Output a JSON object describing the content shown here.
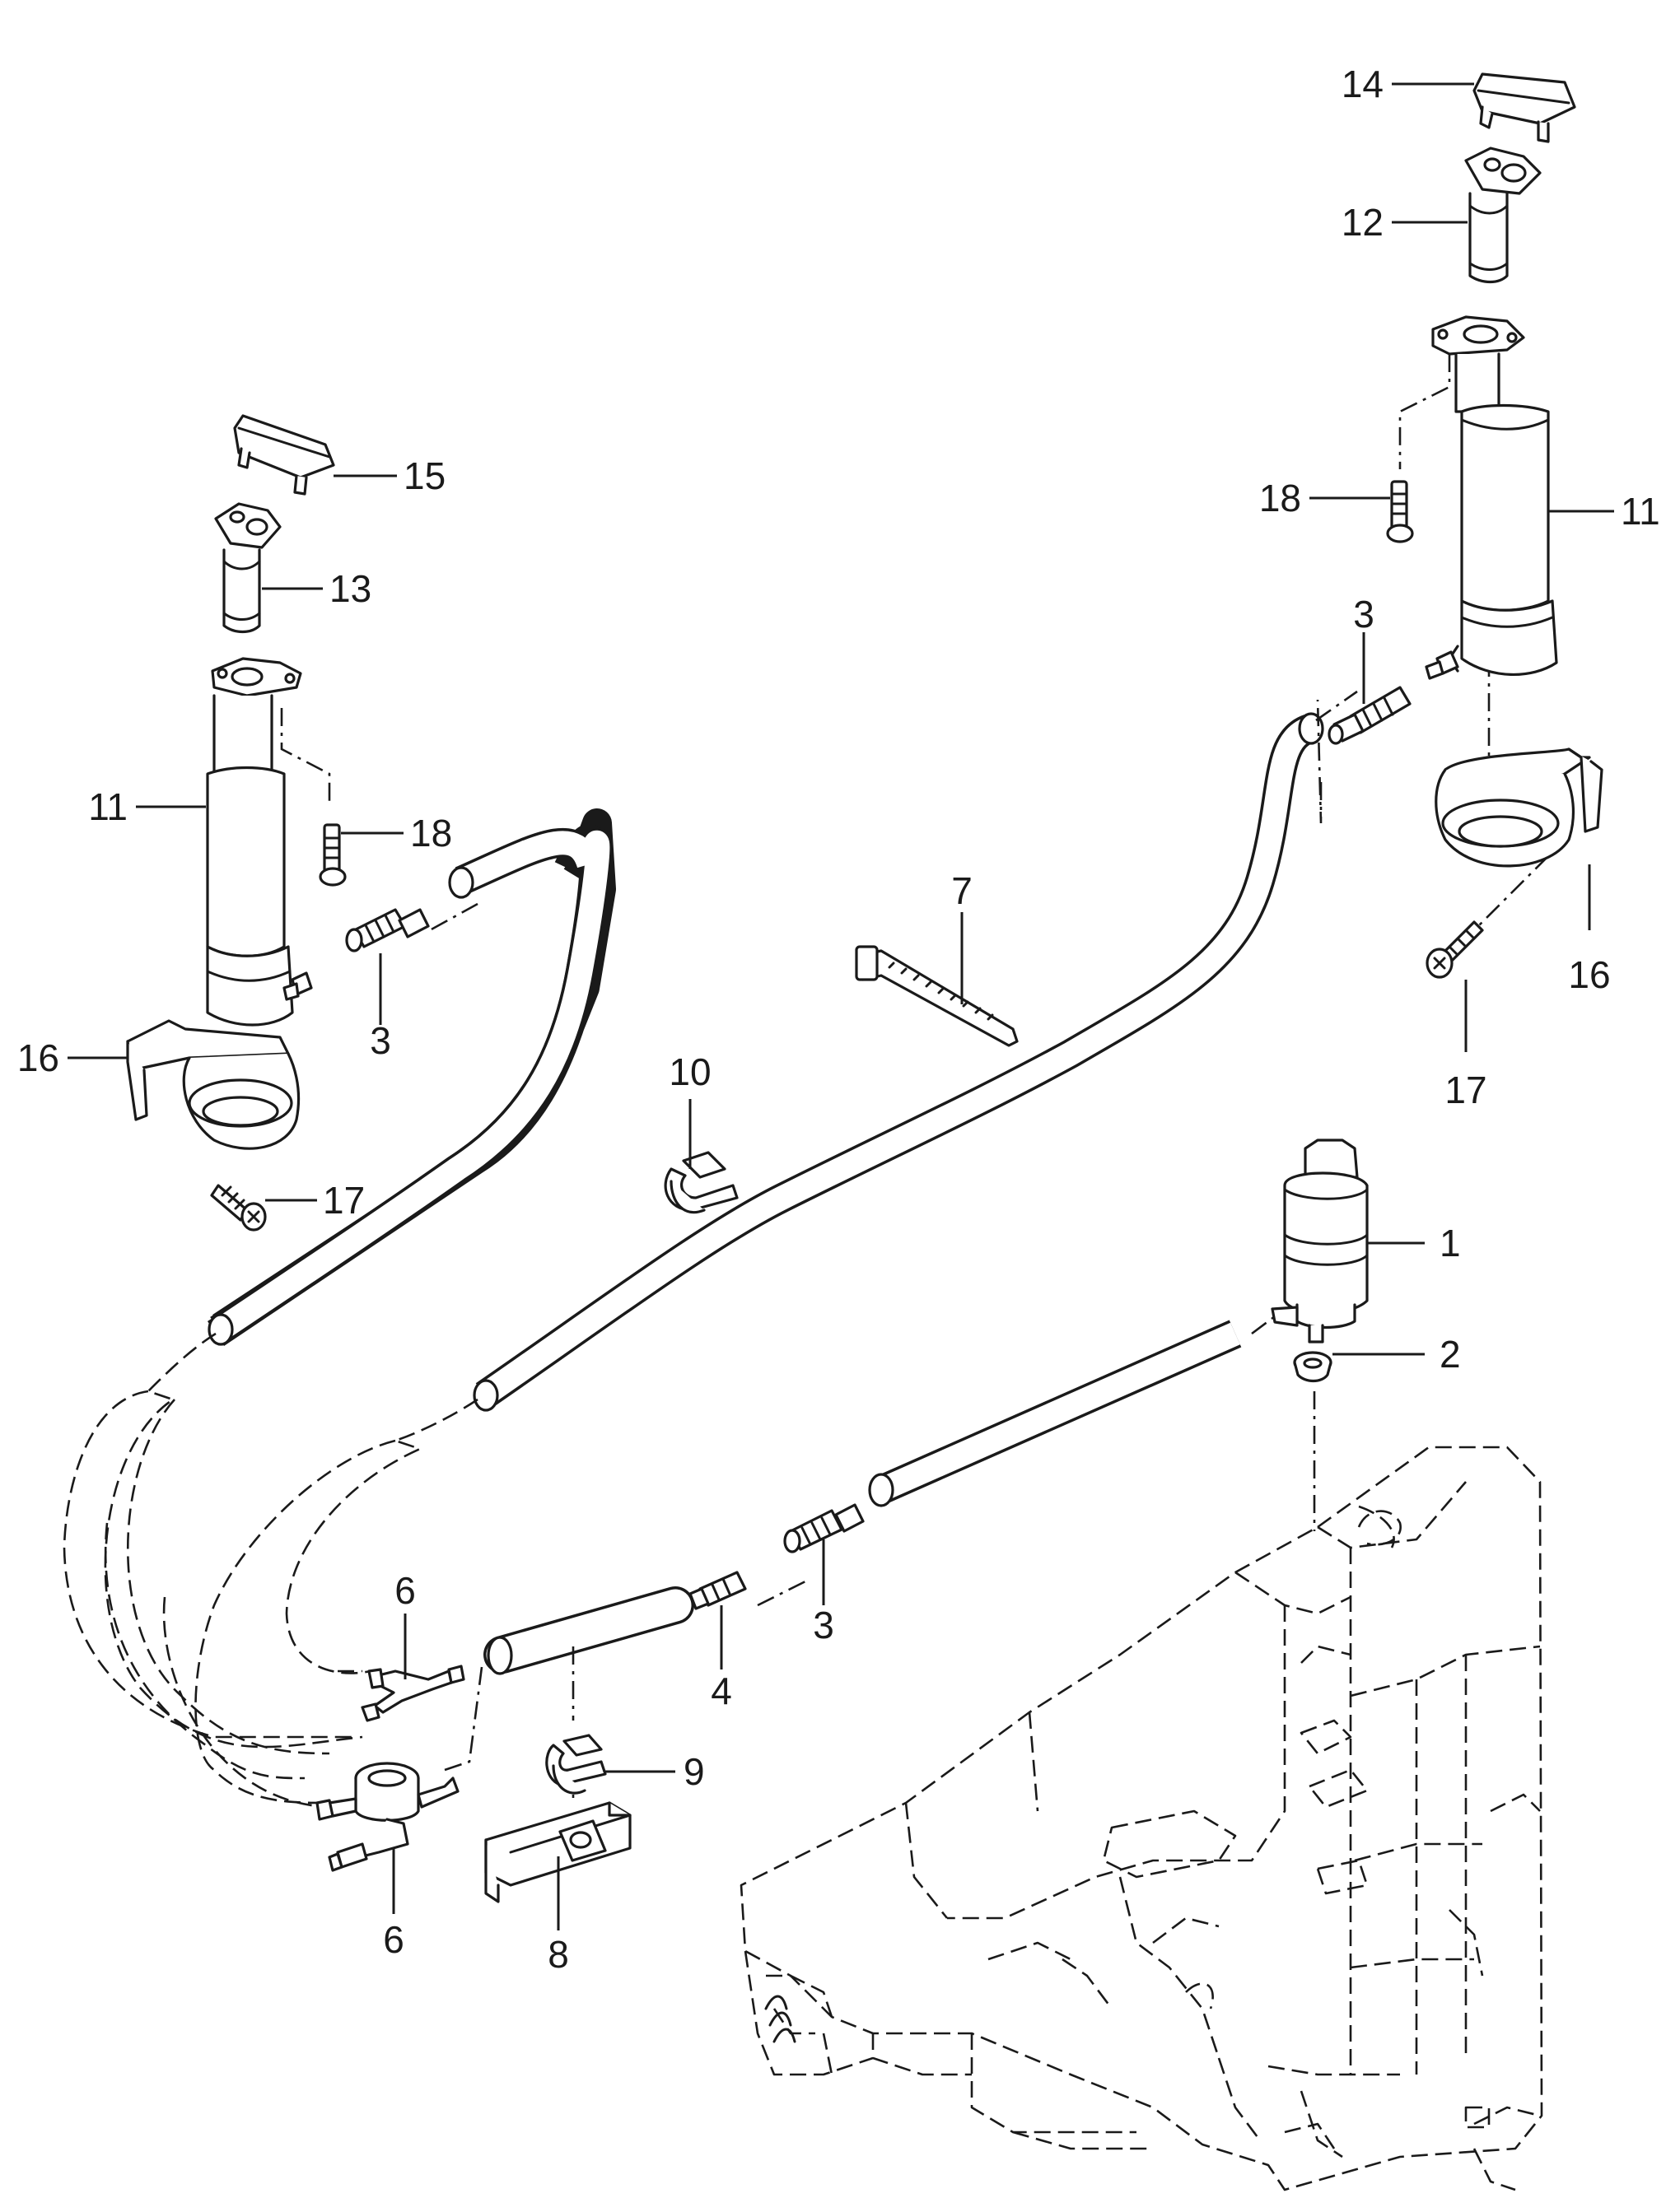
{
  "callouts": [
    {
      "id": "c14",
      "label": "14"
    },
    {
      "id": "c12",
      "label": "12"
    },
    {
      "id": "c11r",
      "label": "11"
    },
    {
      "id": "c18r",
      "label": "18"
    },
    {
      "id": "c3r",
      "label": "3"
    },
    {
      "id": "c16r",
      "label": "16"
    },
    {
      "id": "c17r",
      "label": "17"
    },
    {
      "id": "c7",
      "label": "7"
    },
    {
      "id": "c15",
      "label": "15"
    },
    {
      "id": "c13",
      "label": "13"
    },
    {
      "id": "c11l",
      "label": "11"
    },
    {
      "id": "c18l",
      "label": "18"
    },
    {
      "id": "c3l",
      "label": "3"
    },
    {
      "id": "c16l",
      "label": "16"
    },
    {
      "id": "c17l",
      "label": "17"
    },
    {
      "id": "c10",
      "label": "10"
    },
    {
      "id": "c1",
      "label": "1"
    },
    {
      "id": "c2",
      "label": "2"
    },
    {
      "id": "c3m",
      "label": "3"
    },
    {
      "id": "c4",
      "label": "4"
    },
    {
      "id": "c6t",
      "label": "6"
    },
    {
      "id": "c6b",
      "label": "6"
    },
    {
      "id": "c9",
      "label": "9"
    },
    {
      "id": "c8",
      "label": "8"
    }
  ]
}
